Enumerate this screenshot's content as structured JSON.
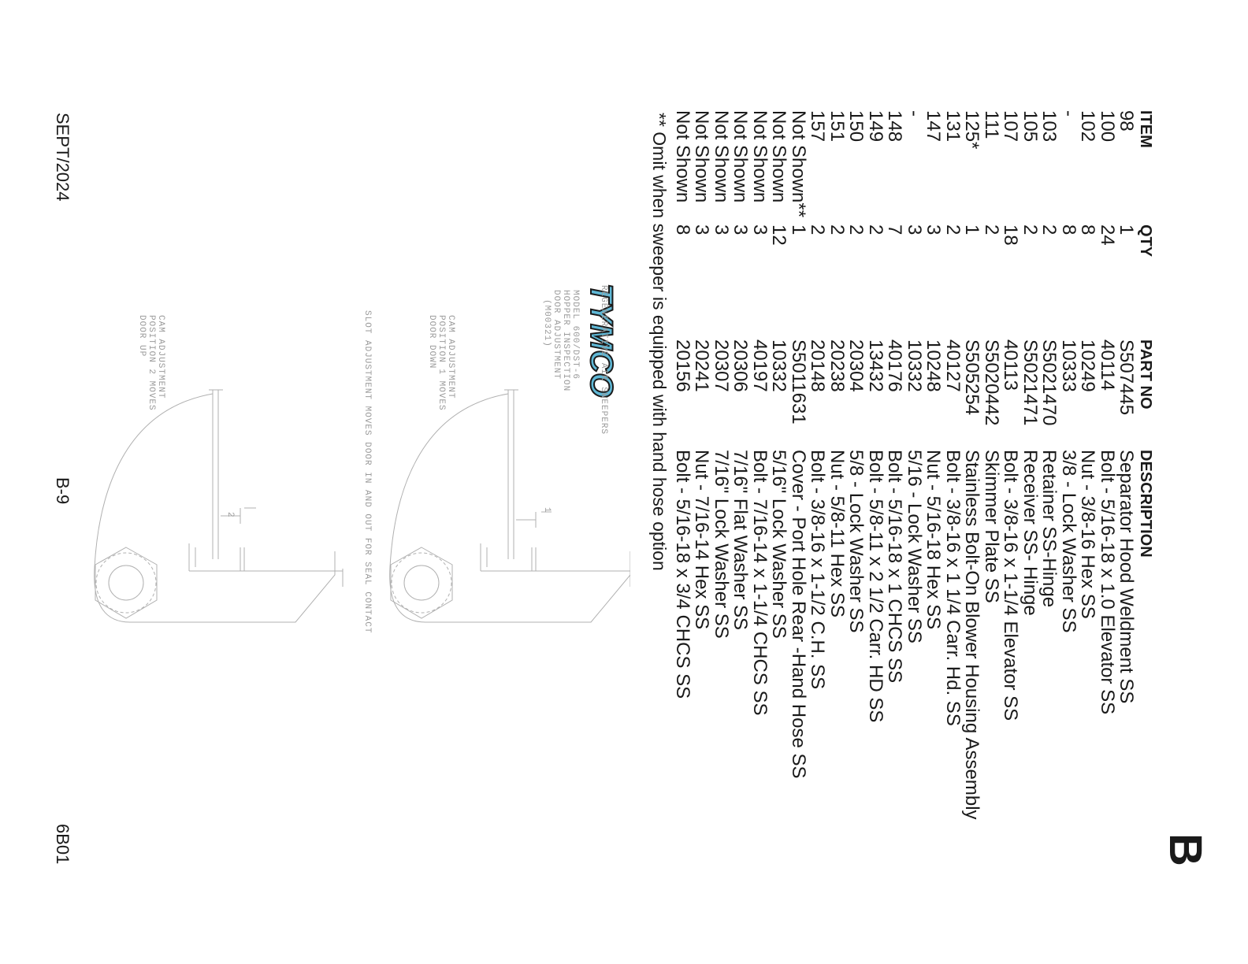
{
  "section_letter": "B",
  "table": {
    "headers": {
      "item": "ITEM",
      "qty": "QTY",
      "part_no": "PART NO",
      "description": "DESCRIPTION"
    },
    "rows": [
      {
        "item": "98",
        "qty": "1",
        "part_no": "S507445",
        "description": "Separator Hood Weldment SS"
      },
      {
        "item": "100",
        "qty": "24",
        "part_no": "40114",
        "description": "Bolt - 5/16-18 x 1.0 Elevator SS"
      },
      {
        "item": "102",
        "qty": "8",
        "part_no": "10249",
        "description": "Nut - 3/8-16 Hex SS"
      },
      {
        "item": "-",
        "qty": "8",
        "part_no": "10333",
        "description": "3/8 - Lock Washer SS"
      },
      {
        "item": "103",
        "qty": "2",
        "part_no": "S5021470",
        "description": "Retainer SS-Hinge"
      },
      {
        "item": "105",
        "qty": "2",
        "part_no": "S5021471",
        "description": "Receiver SS- Hinge"
      },
      {
        "item": "107",
        "qty": "18",
        "part_no": "40113",
        "description": "Bolt - 3/8-16 x 1-1/4 Elevator SS"
      },
      {
        "item": "111",
        "qty": "2",
        "part_no": "S5020442",
        "description": "Skimmer Plate SS"
      },
      {
        "item": "125*",
        "qty": "1",
        "part_no": "S505254",
        "description": "Stainless Bolt-On Blower Housing Assembly"
      },
      {
        "item": "131",
        "qty": "2",
        "part_no": "40127",
        "description": "Bolt - 3/8-16 x 1 1/4 Carr. Hd. SS"
      },
      {
        "item": "147",
        "qty": "3",
        "part_no": "10248",
        "description": "Nut - 5/16-18 Hex SS"
      },
      {
        "item": "-",
        "qty": "3",
        "part_no": "10332",
        "description": "5/16 - Lock Washer SS"
      },
      {
        "item": "148",
        "qty": "7",
        "part_no": "40176",
        "description": "Bolt - 5/16-18 x 1 CHCS SS"
      },
      {
        "item": "149",
        "qty": "2",
        "part_no": "13432",
        "description": "Bolt - 5/8-11 x 2 1/2 Carr. HD SS"
      },
      {
        "item": "150",
        "qty": "2",
        "part_no": "20304",
        "description": "5/8 - Lock Washer SS"
      },
      {
        "item": "151",
        "qty": "2",
        "part_no": "20238",
        "description": "Nut - 5/8-11 Hex SS"
      },
      {
        "item": "157",
        "qty": "2",
        "part_no": "20148",
        "description": "Bolt - 3/8-16 x 1-1/2 C.H. SS"
      },
      {
        "item": "Not Shown**",
        "qty": "1",
        "part_no": "S5011631",
        "description": "Cover - Port Hole Rear -Hand Hose SS"
      },
      {
        "item": "Not Shown",
        "qty": "12",
        "part_no": "10332",
        "description": "5/16\" Lock Washer SS"
      },
      {
        "item": "Not Shown",
        "qty": "3",
        "part_no": "40197",
        "description": "Bolt - 7/16-14 x 1-1/4 CHCS SS"
      },
      {
        "item": "Not Shown",
        "qty": "3",
        "part_no": "20306",
        "description": "7/16\" Flat Washer SS"
      },
      {
        "item": "Not Shown",
        "qty": "3",
        "part_no": "20307",
        "description": "7/16\" Lock Washer SS"
      },
      {
        "item": "Not Shown",
        "qty": "3",
        "part_no": "20241",
        "description": "Nut - 7/16-14 Hex SS"
      },
      {
        "item": "Not Shown",
        "qty": "8",
        "part_no": "20156",
        "description": "Bolt - 5/16-18 x 3/4 CHCS SS"
      }
    ]
  },
  "footnote": "**  Omit when sweeper is equipped with hand hose option",
  "drawing": {
    "logo_tagline": "REGENERATIVE AIR SWEEPERS",
    "model_lines": [
      "MODEL 600/DST-6",
      "HOPPER INSPECTION",
      "DOOR ADJUSTMENT",
      "(M00321)"
    ],
    "cam1_lines": [
      "CAM ADJUSTMENT",
      "POSITION 1 MOVES",
      "DOOR DOWN"
    ],
    "cam2_lines": [
      "CAM ADJUSTMENT",
      "POSITION 2 MOVES",
      "DOOR UP"
    ],
    "slot_text": "SLOT ADJUSTMENT MOVES DOOR IN AND OUT FOR SEAL CONTACT",
    "dim1": "1",
    "dim2": "2"
  },
  "footer": {
    "date": "SEPT/2024",
    "page": "B-9",
    "code": "6B01"
  },
  "colors": {
    "logo_blue": "#5fb8d6"
  }
}
